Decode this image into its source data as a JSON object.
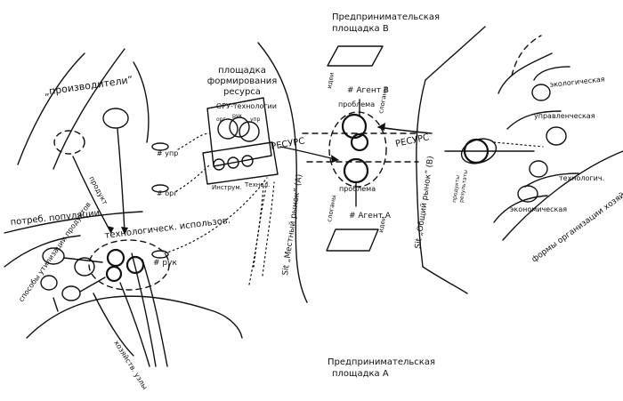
{
  "producers": "„производители”",
  "product": "продукт",
  "consumer_populations": "потреб. популяции",
  "tech_use": "технологическ. использов.",
  "utilization_methods": "способы утилизации продуктов",
  "hh_nodes": "хозяйств. узлы",
  "res_platform": [
    "площадка",
    "формирования",
    "ресурса"
  ],
  "ory_tech": "ОРУ-технологии",
  "org": "орг",
  "ruk": "рук",
  "upr": "упр",
  "tools": "Инструм.",
  "technol": "Технол.",
  "upr_fig": "# упр",
  "org_fig": "# орг",
  "ruk_fig": "# рук",
  "resource_left": "РЕСУРС",
  "resource_right": "РЕСУРС",
  "platform_b": [
    "Предпринимательская",
    "площадка В"
  ],
  "platform_a": [
    "Предпринимательская",
    "площадка А"
  ],
  "agent_b": "# Агент В",
  "agent_a": "# Агент А",
  "problem_top": "проблема",
  "problem_bottom": "проблема",
  "ideas_b": "идеи",
  "slogans_b": "слоганы",
  "slogans_a": "слоганы",
  "ideas_a": "идеи",
  "local_market": "Sit „Местный рынок” (А)",
  "common_market": "Sit „Общий рынок” (В)",
  "products_results": [
    "продукты",
    "результаты"
  ],
  "forms_label": "формы организации хозяйства",
  "forms": {
    "ecological": "экологическая",
    "managerial": "управленческая",
    "technological": "технологич.",
    "economic": "экономическая"
  }
}
